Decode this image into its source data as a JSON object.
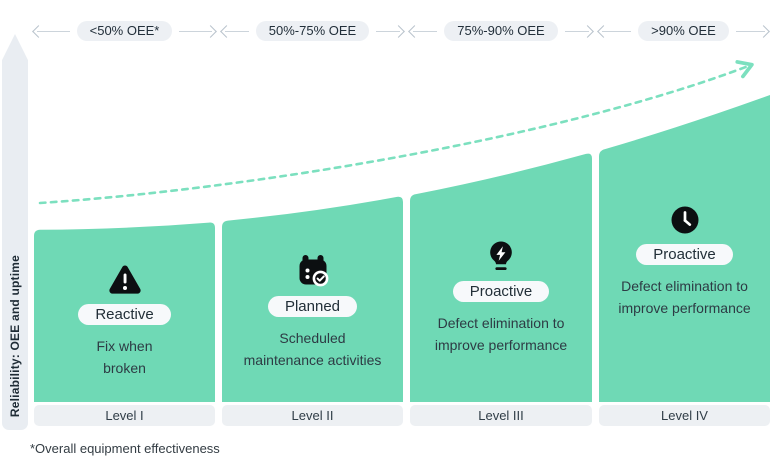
{
  "palette": {
    "bar_green": "#6fd9b5",
    "trend_green": "#7ce0bf",
    "axis_bg": "#e9edf2",
    "range_pill_bg": "#edf0f4",
    "badge_bg": "#f7f9fb",
    "level_pill_bg": "#edf0f3",
    "text_dark": "#1e2b35",
    "arrow_gray": "#b9c3cc"
  },
  "axis": {
    "label": "Reliability: OEE and uptime"
  },
  "oee_ranges": [
    "<50% OEE*",
    "50%-75% OEE",
    "75%-90% OEE",
    ">90% OEE"
  ],
  "trend": {
    "icon": "dashed-growth-arrow",
    "direction": "up"
  },
  "columns": [
    {
      "level": "Level I",
      "icon": "warning-icon",
      "badge": "Reactive",
      "description": "Fix when\nbroken"
    },
    {
      "level": "Level II",
      "icon": "calendar-check-icon",
      "badge": "Planned",
      "description": "Scheduled\nmaintenance activities"
    },
    {
      "level": "Level III",
      "icon": "lightbulb-bolt-icon",
      "badge": "Proactive",
      "description": "Defect elimination to\nimprove performance"
    },
    {
      "level": "Level IV",
      "icon": "clock-icon",
      "badge": "Proactive",
      "description": "Defect elimination to\nimprove performance"
    }
  ],
  "footnote": "*Overall equipment effectiveness"
}
